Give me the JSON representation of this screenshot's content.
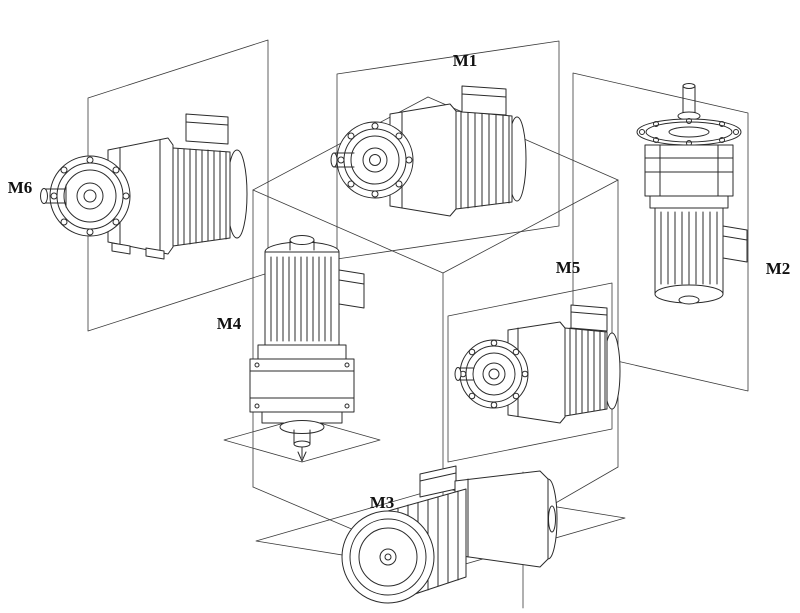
{
  "figure": {
    "background": "#ffffff",
    "line_color": "#2b2b2b",
    "label_color": "#111111"
  },
  "positions": [
    {
      "id": "m1",
      "label": "M1"
    },
    {
      "id": "m2",
      "label": "M2"
    },
    {
      "id": "m3",
      "label": "M3"
    },
    {
      "id": "m4",
      "label": "M4"
    },
    {
      "id": "m5",
      "label": "M5"
    },
    {
      "id": "m6",
      "label": "M6"
    }
  ]
}
